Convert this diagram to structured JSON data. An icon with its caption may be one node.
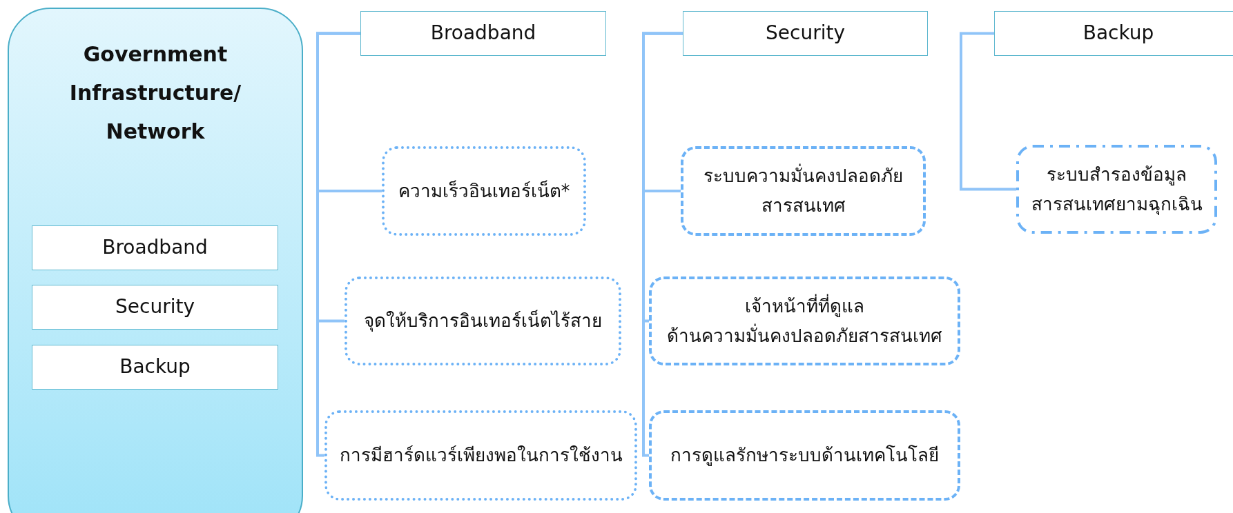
{
  "diagram": {
    "nodes": [
      {
        "text": [
          "Government Infrastructure/ Network"
        ]
      },
      {
        "text": [
          "Broadband"
        ],
        "in": 0
      },
      {
        "text": [
          "Security"
        ],
        "in": 0
      },
      {
        "text": [
          "Backup"
        ],
        "in": 0
      },
      {
        "text": [
          "Broadband"
        ]
      },
      {
        "text": [
          "ความเร็วอินเทอร์เน็ต*"
        ]
      },
      {
        "text": [
          "จุดให้บริการอินเทอร์เน็ตไร้สาย"
        ]
      },
      {
        "text": [
          "การมีฮาร์ดแวร์เพียงพอในการใช้งาน"
        ]
      },
      {
        "text": [
          "Security"
        ]
      },
      {
        "text": [
          "ระบบความมั่นคงปลอดภัย สารสนเทศ"
        ]
      },
      {
        "text": [
          "เจ้าหน้าที่ที่ดูแล ด้านความมั่นคงปลอดภัยสารสนเทศ"
        ]
      },
      {
        "text": [
          "การดูแลรักษาระบบด้านเทคโนโลยี"
        ]
      },
      {
        "text": [
          "Backup"
        ]
      },
      {
        "text": [
          "ระบบสำรองข้อมูล สารสนเทศยามฉุกเฉิน"
        ]
      }
    ],
    "edges": [
      {
        "from": 4,
        "to": 5,
        "arrow": "none"
      },
      {
        "from": 4,
        "to": 6,
        "arrow": "none"
      },
      {
        "from": 4,
        "to": 7,
        "arrow": "none"
      },
      {
        "from": 8,
        "to": 9,
        "arrow": "none"
      },
      {
        "from": 8,
        "to": 10,
        "arrow": "none"
      },
      {
        "from": 8,
        "to": 11,
        "arrow": "none"
      },
      {
        "from": 12,
        "to": 13,
        "arrow": "none"
      }
    ]
  }
}
